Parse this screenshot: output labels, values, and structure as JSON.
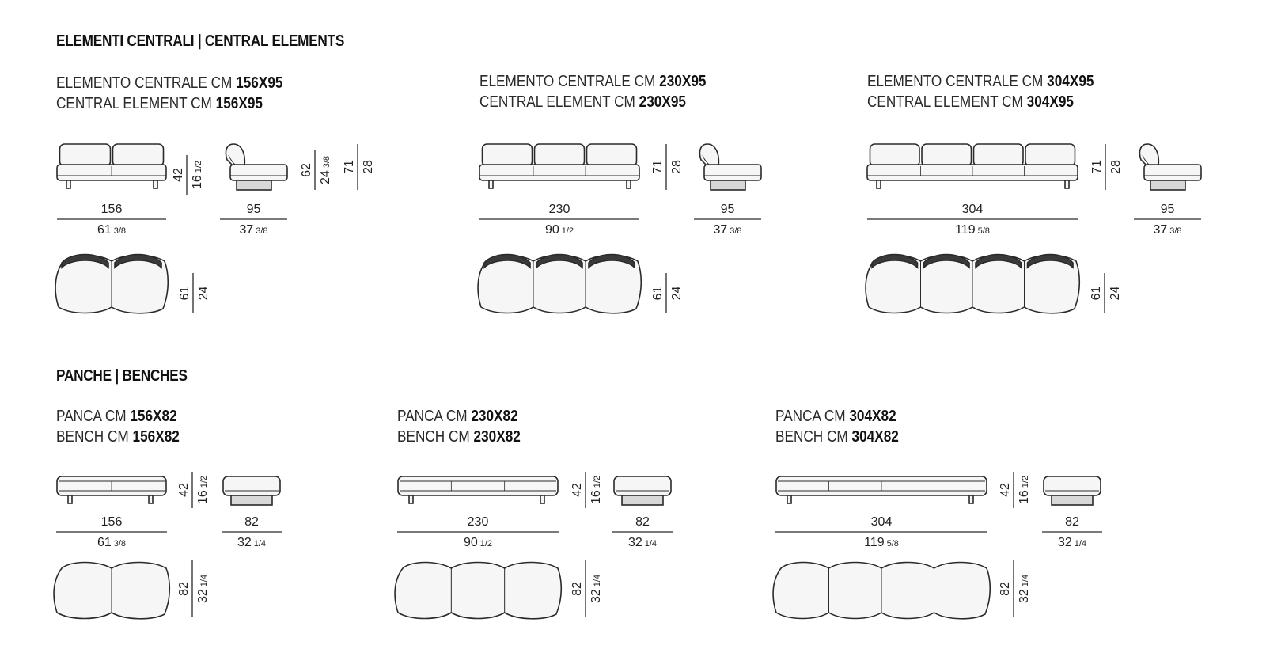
{
  "sections": {
    "central": {
      "title": "ELEMENTI CENTRALI | CENTRAL ELEMENTS"
    },
    "benches": {
      "title": "PANCHE | BENCHES"
    }
  },
  "central_items": [
    {
      "it_prefix": "ELEMENTO CENTRALE CM ",
      "en_prefix": "CENTRAL ELEMENT CM ",
      "size": "156X95",
      "width_cm": "156",
      "width_in": "61",
      "width_in_frac": "3/8",
      "height_cm": "42",
      "height_in": "16",
      "height_in_frac": "1/2",
      "back_cm": "62",
      "back_in": "24",
      "back_in_frac": "3/8",
      "total_h_cm": "71",
      "total_h_in": "28",
      "depth_cm": "95",
      "depth_in": "37",
      "depth_in_frac": "3/8",
      "plan_depth_cm": "61",
      "plan_depth_in": "24"
    },
    {
      "it_prefix": "ELEMENTO CENTRALE CM ",
      "en_prefix": "CENTRAL ELEMENT CM ",
      "size": "230X95",
      "width_cm": "230",
      "width_in": "90",
      "width_in_frac": "1/2",
      "total_h_cm": "71",
      "total_h_in": "28",
      "depth_cm": "95",
      "depth_in": "37",
      "depth_in_frac": "3/8",
      "plan_depth_cm": "61",
      "plan_depth_in": "24"
    },
    {
      "it_prefix": "ELEMENTO CENTRALE CM ",
      "en_prefix": "CENTRAL ELEMENT CM ",
      "size": "304X95",
      "width_cm": "304",
      "width_in": "119",
      "width_in_frac": "5/8",
      "total_h_cm": "71",
      "total_h_in": "28",
      "depth_cm": "95",
      "depth_in": "37",
      "depth_in_frac": "3/8",
      "plan_depth_cm": "61",
      "plan_depth_in": "24"
    }
  ],
  "bench_items": [
    {
      "it_prefix": "PANCA CM ",
      "en_prefix": "BENCH CM ",
      "size": "156X82",
      "width_cm": "156",
      "width_in": "61",
      "width_in_frac": "3/8",
      "height_cm": "42",
      "height_in": "16",
      "height_in_frac": "1/2",
      "depth_cm": "82",
      "depth_in": "32",
      "depth_in_frac": "1/4"
    },
    {
      "it_prefix": "PANCA CM ",
      "en_prefix": "BENCH CM ",
      "size": "230X82",
      "width_cm": "230",
      "width_in": "90",
      "width_in_frac": "1/2",
      "height_cm": "42",
      "height_in": "16",
      "height_in_frac": "1/2",
      "depth_cm": "82",
      "depth_in": "32",
      "depth_in_frac": "1/4"
    },
    {
      "it_prefix": "PANCA CM ",
      "en_prefix": "BENCH CM ",
      "size": "304X82",
      "width_cm": "304",
      "width_in": "119",
      "width_in_frac": "5/8",
      "height_cm": "42",
      "height_in": "16",
      "height_in_frac": "1/2",
      "depth_cm": "82",
      "depth_in": "32",
      "depth_in_frac": "1/4"
    }
  ]
}
